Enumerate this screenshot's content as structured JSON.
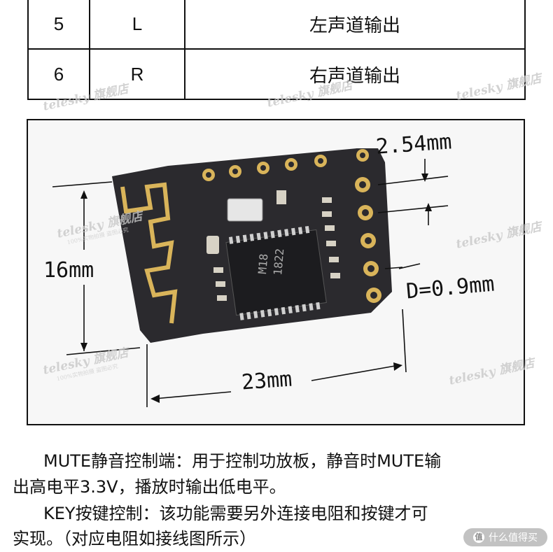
{
  "table": {
    "rows": [
      {
        "num": "5",
        "pin": "L",
        "desc": "左声道输出"
      },
      {
        "num": "6",
        "pin": "R",
        "desc": "右声道输出"
      }
    ]
  },
  "watermark": {
    "brand": "telesky 旗舰店",
    "sub": "100%实物拍摄 盗图必究"
  },
  "chip": {
    "line1": "M18",
    "line2": "1822"
  },
  "dimensions": {
    "pitch": "2.54mm",
    "height": "16mm",
    "width": "23mm",
    "hole": "D=0.9mm"
  },
  "paragraphs": {
    "p1_line1": "MUTE静音控制端：用于控制功放板，静音时MUTE输",
    "p1_line2": "出高电平3.3V，播放时输出低电平。",
    "p2_line1": "KEY按键控制：该功能需要另外连接电阻和按键才可",
    "p2_line2": "实现。（对应电阻如接线图所示）"
  },
  "corner_logo": {
    "icon": "值",
    "text": "什么值得买"
  },
  "colors": {
    "pcb": "#2b2a2e",
    "gold": "#d9b45a",
    "line": "#111111"
  }
}
